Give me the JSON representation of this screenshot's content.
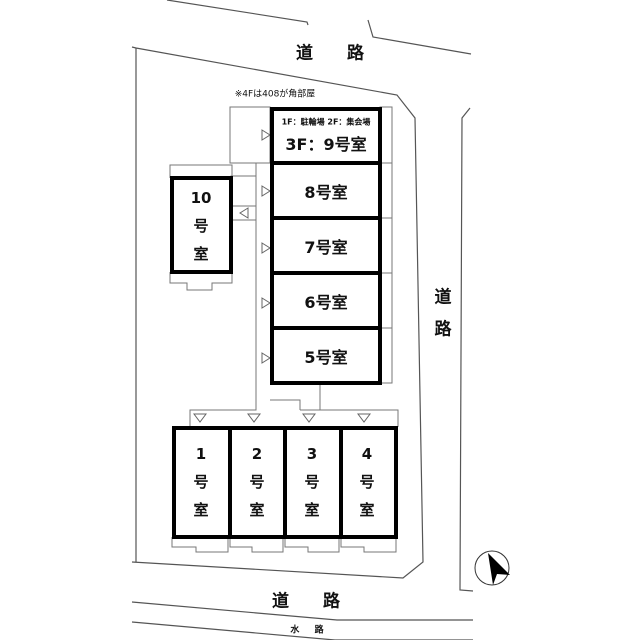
{
  "roads": {
    "top": "道 路",
    "right_top": "道",
    "right_bottom": "路",
    "bottom": "道 路",
    "waterway": "水 路"
  },
  "note": "※4Fは408が角部屋",
  "rooms": {
    "r9_sub": "1F：駐輪場 2F：集会場",
    "r9": "3F：9号室",
    "r8": "8号室",
    "r7": "7号室",
    "r6": "6号室",
    "r5": "5号室",
    "r10": {
      "num": "10",
      "a": "号",
      "b": "室"
    },
    "r1": {
      "num": "1",
      "a": "号",
      "b": "室"
    },
    "r2": {
      "num": "2",
      "a": "号",
      "b": "室"
    },
    "r3": {
      "num": "3",
      "a": "号",
      "b": "室"
    },
    "r4": {
      "num": "4",
      "a": "号",
      "b": "室"
    }
  },
  "icons": {
    "compass": "north-arrow-icon",
    "entrance": "triangle-entrance-icon"
  }
}
